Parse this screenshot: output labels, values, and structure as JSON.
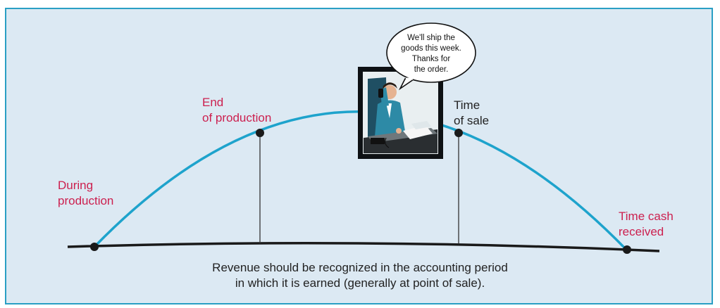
{
  "colors": {
    "frame_border": "#2a9fc4",
    "background": "#dce9f3",
    "curve": "#1ea3cc",
    "label_red": "#cc1f4e",
    "text_dark": "#222222",
    "point": "#1a1a1a"
  },
  "stages": [
    {
      "label": "During\nproduction"
    },
    {
      "label": "End\nof production"
    },
    {
      "label": "Time\nof sale"
    },
    {
      "label": "Time cash\nreceived"
    }
  ],
  "speech_bubble": {
    "text": "We'll ship the\ngoods this week.\nThanks for\nthe order."
  },
  "illustration": {
    "icon": "businessman-on-phone-icon"
  },
  "caption": {
    "line1": "Revenue should be recognized in the accounting period",
    "line2": "in which it is earned (generally at point of sale)."
  }
}
